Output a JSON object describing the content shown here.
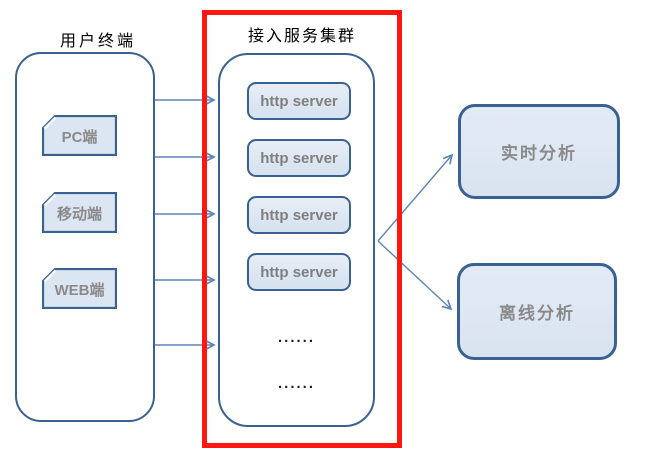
{
  "colors": {
    "accent_border": "#3a6193",
    "node_fill": "#dce6f2",
    "arrow_line": "#5b84b8",
    "frame_red": "#fe1710",
    "label_gray": "#7f7f7f",
    "title_black": "#000000"
  },
  "left_panel": {
    "title": "用户终端",
    "nodes": [
      "PC端",
      "移动端",
      "WEB端"
    ]
  },
  "middle_panel": {
    "title": "接入服务集群",
    "servers": [
      "http server",
      "http server",
      "http server",
      "http server"
    ],
    "ellipsis": [
      "......",
      "......"
    ]
  },
  "right_panel": {
    "nodes": [
      "实时分析",
      "离线分析"
    ]
  }
}
